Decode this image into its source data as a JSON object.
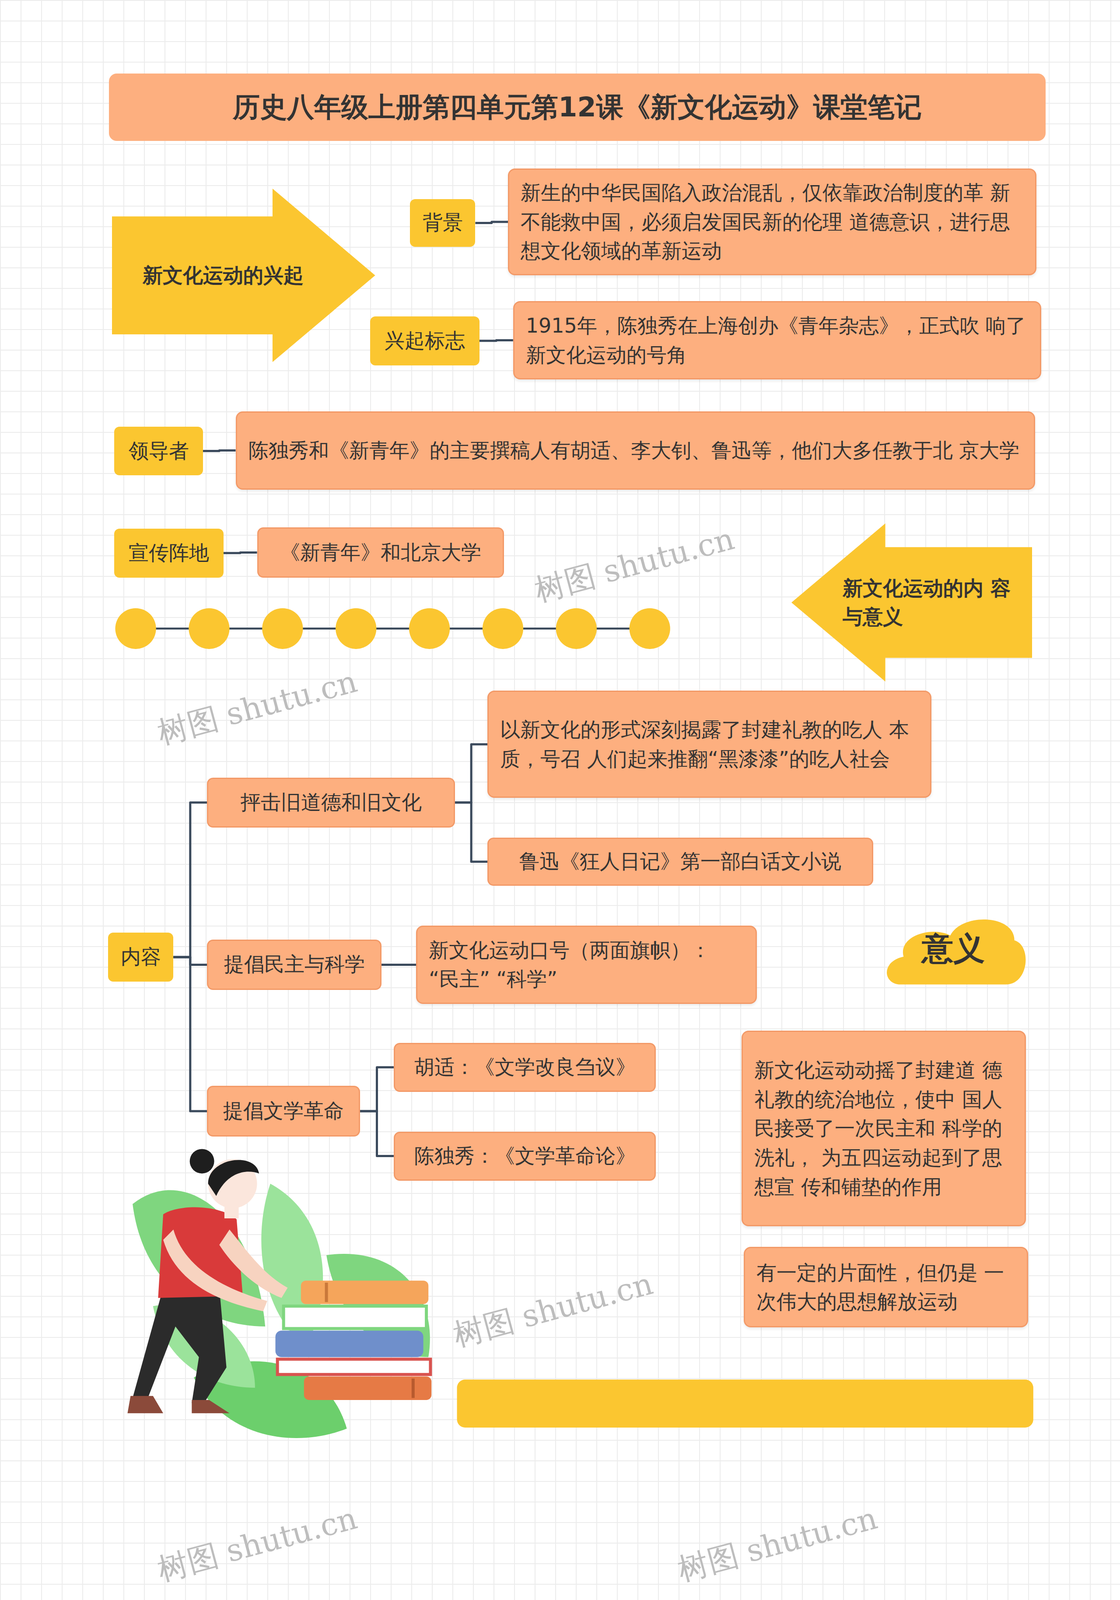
{
  "diagram": {
    "title": "历史八年级上册第四单元第12课《新文化运动》课堂笔记",
    "nodes": [
      {
        "text": [
          "新文化运动的兴起"
        ]
      },
      {
        "text": [
          "背景"
        ]
      },
      {
        "text": [
          "新生的中华民国陷入政治混乱，仅依靠政治制度的革 新不能救中国，必须启发国民新的伦理 道德意识，进行思想文化领域的革新运动"
        ]
      },
      {
        "text": [
          "兴起标志"
        ]
      },
      {
        "text": [
          "1915年，陈独秀在上海创办《青年杂志》，正式吹 响了新文化运动的号角"
        ]
      },
      {
        "text": [
          "领导者"
        ]
      },
      {
        "text": [
          "陈独秀和《新青年》的主要撰稿人有胡适、李大钊、鲁迅等，他们大多任教于北 京大学"
        ]
      },
      {
        "text": [
          "宣传阵地"
        ]
      },
      {
        "text": [
          "《新青年》和北京大学"
        ]
      },
      {
        "text": [
          "新文化运动的内 容与意义"
        ]
      },
      {
        "text": [
          "内容"
        ]
      },
      {
        "text": [
          "抨击旧道德和旧文化"
        ]
      },
      {
        "text": [
          "以新文化的形式深刻揭露了封建礼教的吃人 本质，号召 人们起来推翻“黑漆漆”的吃人社会"
        ]
      },
      {
        "text": [
          "鲁迅《狂人日记》第一部白话文小说"
        ]
      },
      {
        "text": [
          "提倡民主与科学"
        ]
      },
      {
        "text": [
          "新文化运动口号（两面旗帜）： “民主” “科学”"
        ]
      },
      {
        "text": [
          "提倡文学革命"
        ]
      },
      {
        "text": [
          "胡适：《文学改良刍议》"
        ]
      },
      {
        "text": [
          "陈独秀：《文学革命论》"
        ]
      },
      {
        "text": [
          "意义"
        ]
      },
      {
        "text": [
          "新文化运动动摇了封建道 德礼教的统治地位，使中 国人民接受了一次民主和 科学的洗礼， 为五四运动起到了思想宣 传和铺垫的作用"
        ]
      },
      {
        "text": [
          "有一定的片面性，但仍是 一次伟大的思想解放运动"
        ]
      }
    ],
    "edges": [
      {
        "from": 1,
        "to": 2,
        "arrow": "none"
      },
      {
        "from": 3,
        "to": 4,
        "arrow": "none"
      },
      {
        "from": 5,
        "to": 6,
        "arrow": "none"
      },
      {
        "from": 7,
        "to": 8,
        "arrow": "none"
      },
      {
        "from": 10,
        "to": 11,
        "arrow": "none"
      },
      {
        "from": 10,
        "to": 14,
        "arrow": "none"
      },
      {
        "from": 10,
        "to": 16,
        "arrow": "none"
      },
      {
        "from": 11,
        "to": 12,
        "arrow": "none"
      },
      {
        "from": 11,
        "to": 13,
        "arrow": "none"
      },
      {
        "from": 14,
        "to": 15,
        "arrow": "none"
      },
      {
        "from": 16,
        "to": 17,
        "arrow": "none"
      },
      {
        "from": 16,
        "to": 18,
        "arrow": "none"
      }
    ],
    "labels": [
      "树图 shutu.cn",
      "树图 shutu.cn",
      "树图 shutu.cn",
      "树图 shutu.cn",
      "树图 shutu.cn"
    ]
  }
}
